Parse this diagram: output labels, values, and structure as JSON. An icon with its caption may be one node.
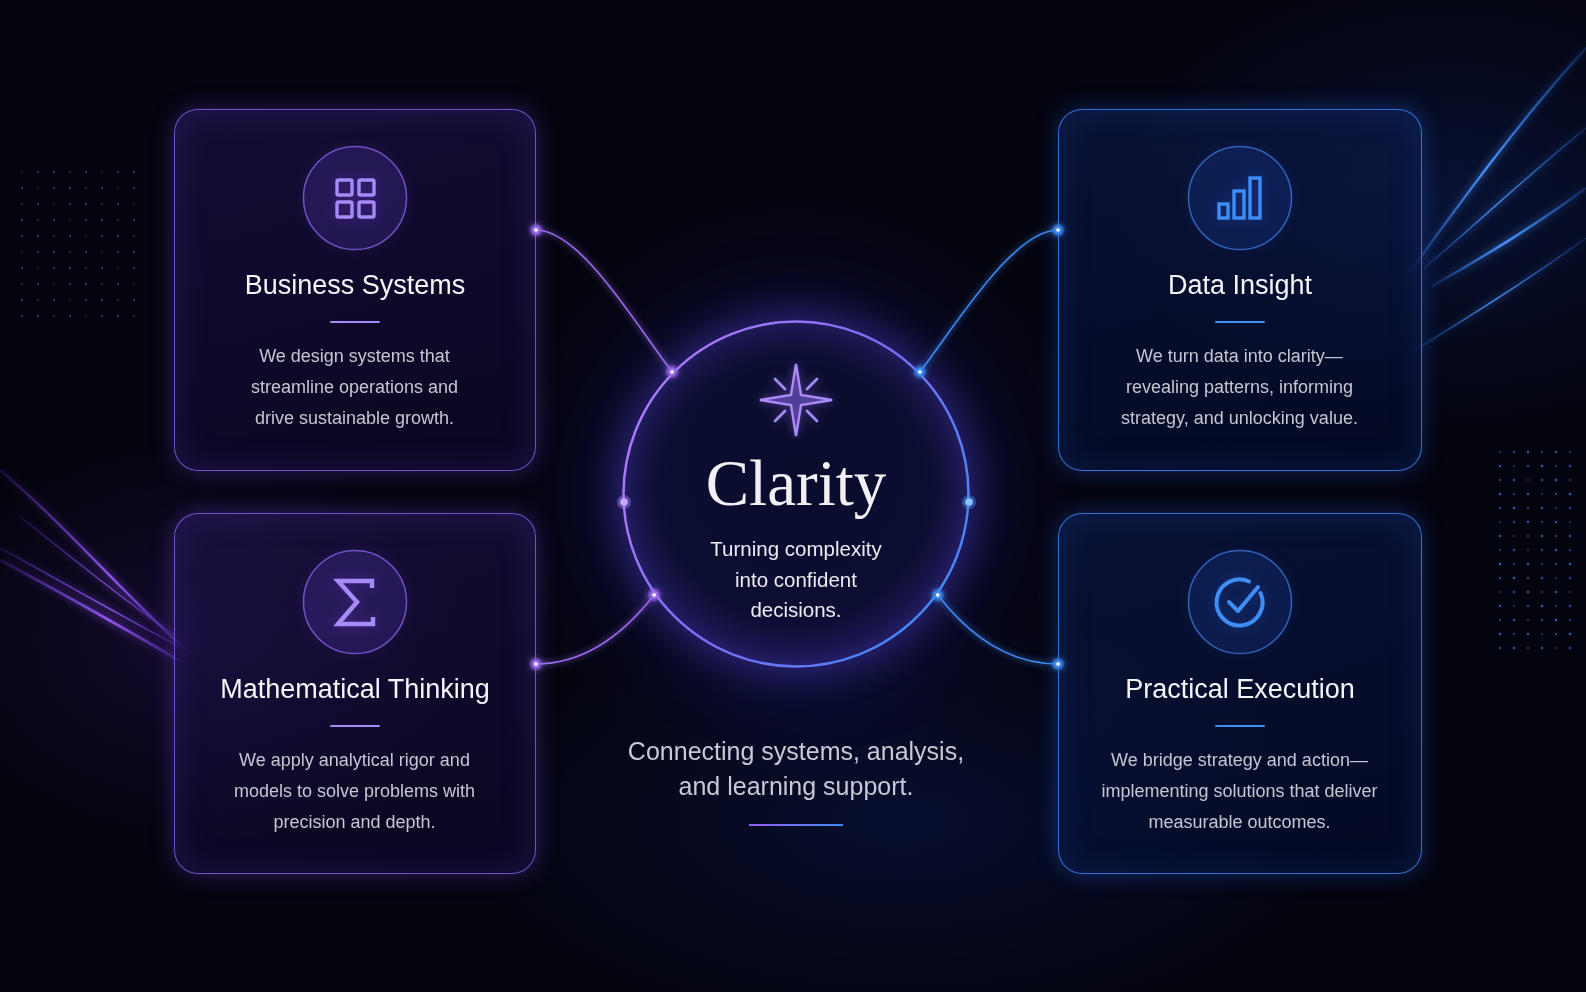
{
  "diagram": {
    "nodes": [
      {
        "text": [
          "Business Systems",
          "We design systems that streamline operations and drive sustainable growth."
        ]
      },
      {
        "text": [
          "Data Insight",
          "We turn data into clarity— revealing patterns, informing strategy, and unlocking value."
        ]
      },
      {
        "text": [
          "Clarity",
          "Turning complexity into confident decisions."
        ]
      },
      {
        "text": [
          "Mathematical Thinking",
          "We apply analytical rigor and models to solve problems with precision and depth."
        ]
      },
      {
        "text": [
          "Practical Execution",
          "We bridge strategy and action— implementing solutions that deliver measurable outcomes."
        ]
      }
    ],
    "edges": [
      {
        "from": 0,
        "to": 2,
        "arrow": "other",
        "color": "#9b6cf0"
      },
      {
        "from": 1,
        "to": 2,
        "arrow": "other",
        "color": "#3d8bf2"
      },
      {
        "from": 3,
        "to": 2,
        "arrow": "other",
        "color": "#9b6cf0"
      },
      {
        "from": 4,
        "to": 2,
        "arrow": "other",
        "color": "#3d8bf2"
      }
    ],
    "caption": "Connecting systems, analysis, and learning support."
  }
}
